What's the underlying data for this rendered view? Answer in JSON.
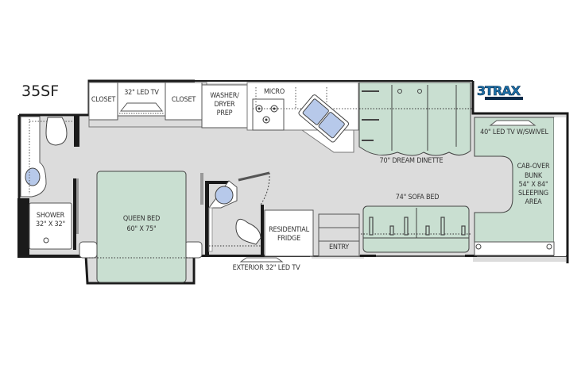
{
  "model": "35SF",
  "logo": {
    "text": "3TRAX",
    "subtext": "",
    "color": "#1a6fa8"
  },
  "colors": {
    "floor": "#dcdcdc",
    "furniture": "#c9dfd1",
    "fixture": "#b7c9ea",
    "wall": "#1a1a1a",
    "cabinet": "#ffffff"
  },
  "labels": {
    "closet_left": "CLOSET",
    "tv_bedroom": "32\" LED TV",
    "closet_right": "CLOSET",
    "washer_line1": "WASHER/",
    "washer_line2": "DRYER",
    "washer_line3": "PREP",
    "micro": "MICRO",
    "shower_line1": "SHOWER",
    "shower_line2": "32\" X 32\"",
    "queen_line1": "QUEEN BED",
    "queen_line2": "60\" X 75\"",
    "fridge_line1": "RESIDENTIAL",
    "fridge_line2": "FRIDGE",
    "entry": "ENTRY",
    "exterior_tv": "EXTERIOR 32\" LED TV",
    "dinette": "70\" DREAM DINETTE",
    "sofa": "74\" SOFA BED",
    "tv_cab": "40\" LED TV W/SWIVEL",
    "bunk_line1": "CAB-OVER",
    "bunk_line2": "BUNK",
    "bunk_line3": "54\" X 84\"",
    "bunk_line4": "SLEEPING",
    "bunk_line5": "AREA"
  }
}
